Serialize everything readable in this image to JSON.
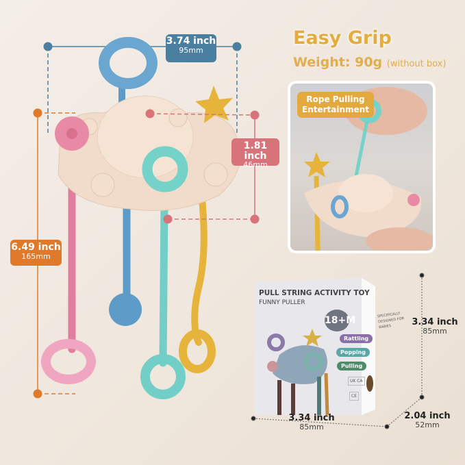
{
  "headline": {
    "title": "Easy Grip",
    "weight_label": "Weight: 90g",
    "weight_note": "(without box)"
  },
  "dimensions": {
    "width": {
      "inch": "3.74 inch",
      "mm": "95mm",
      "color": "#4a7fa0"
    },
    "height_body": {
      "inch": "1.81 inch",
      "mm": "46mm",
      "color": "#d9737a"
    },
    "length_total": {
      "inch": "6.49 inch",
      "mm": "165mm",
      "color": "#e07a2a"
    }
  },
  "inset": {
    "label_line1": "Rope Pulling",
    "label_line2": "Entertainment",
    "accent": "#e4a93e"
  },
  "package": {
    "title": "PULL STRING ACTIVITY TOY",
    "subtitle": "FUNNY PULLER",
    "age_badge": "18+M",
    "features": [
      {
        "label": "Rattling",
        "color": "#8a6fa8"
      },
      {
        "label": "Popping",
        "color": "#5aa7a8"
      },
      {
        "label": "Pulling",
        "color": "#4f8a6a"
      }
    ],
    "side_heading": "SPECIFICALLY DESIGNED FOR BABIES",
    "certifications": [
      "UK CA",
      "CE"
    ],
    "height": {
      "inch": "3.34 inch",
      "mm": "85mm"
    },
    "width": {
      "inch": "3.34 inch",
      "mm": "85mm"
    },
    "depth": {
      "inch": "2.04 inch",
      "mm": "52mm"
    }
  }
}
